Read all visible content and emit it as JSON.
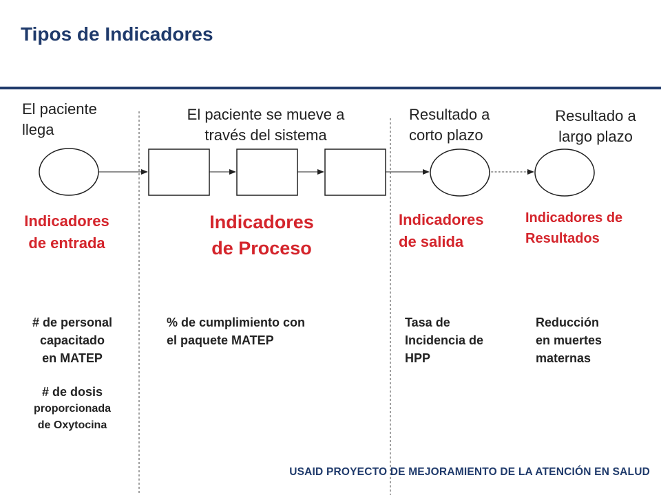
{
  "title": "Tipos de Indicadores",
  "stages": {
    "input": "El paciente\nllega",
    "process": "El paciente se mueve a\ntravés del sistema",
    "short_term": "Resultado a\ncorto plazo",
    "long_term": "Resultado a\nlargo plazo"
  },
  "indicators": {
    "input": "Indicadores\nde entrada",
    "process": "Indicadores\nde Proceso",
    "output": "Indicadores\nde salida",
    "outcome": "Indicadores de\nResultados"
  },
  "examples": {
    "input_1": "# de personal\ncapacitado\nen MATEP",
    "input_2_title": "# de dosis",
    "input_2_detail": "proporcionada\nde Oxytocina",
    "process": "% de cumplimiento con\nel paquete MATEP",
    "output": "Tasa de\nIncidencia de\nHPP",
    "outcome": "Reducción\nen muertes\nmaternas"
  },
  "footer": "USAID PROYECTO DE MEJORAMIENTO DE LA ATENCIÓN EN SALUD",
  "colors": {
    "title": "#1f3a6b",
    "indicator": "#d4242b"
  }
}
